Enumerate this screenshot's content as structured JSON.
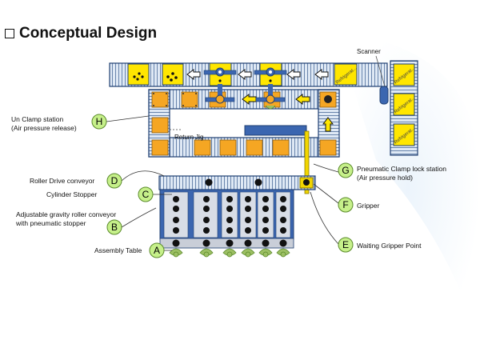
{
  "title": "Conceptual Design",
  "labels": {
    "scanner": "Scanner",
    "return_jig": "Return  Jig",
    "refrigerator": "Refrigerat...",
    "unclamp_line1": "Un Clamp station",
    "unclamp_line2": "(Air pressure release)",
    "roller_drive": "Roller Drive  conveyor",
    "cylinder_stopper": "Cylinder Stopper",
    "gravity_line1": "Adjustable gravity roller conveyor",
    "gravity_line2": "with pneumatic stopper",
    "assembly_table": "Assembly Table",
    "clamp_line1": "Pneumatic Clamp lock station",
    "clamp_line2": "(Air pressure hold)",
    "gripper": "Gripper",
    "waiting_gripper": "Waiting Gripper Point"
  },
  "markers": {
    "A": "A",
    "B": "B",
    "C": "C",
    "D": "D",
    "E": "E",
    "F": "F",
    "G": "G",
    "H": "H"
  },
  "colors": {
    "conveyor_fill": "#dfe9f5",
    "conveyor_stroke": "#1f3f72",
    "jig_orange": "#f5a623",
    "refrigerator_yellow": "#ffe600",
    "blue_block": "#3b66b0",
    "gripper_yellow": "#f2d600",
    "marker_fill": "#c6f08a",
    "marker_stroke": "#5a8a2a",
    "table_green": "#9cbf63"
  },
  "icons": [
    "arrow-left-icon",
    "arrow-up-icon",
    "scanner-icon",
    "gripper-rail-icon"
  ]
}
